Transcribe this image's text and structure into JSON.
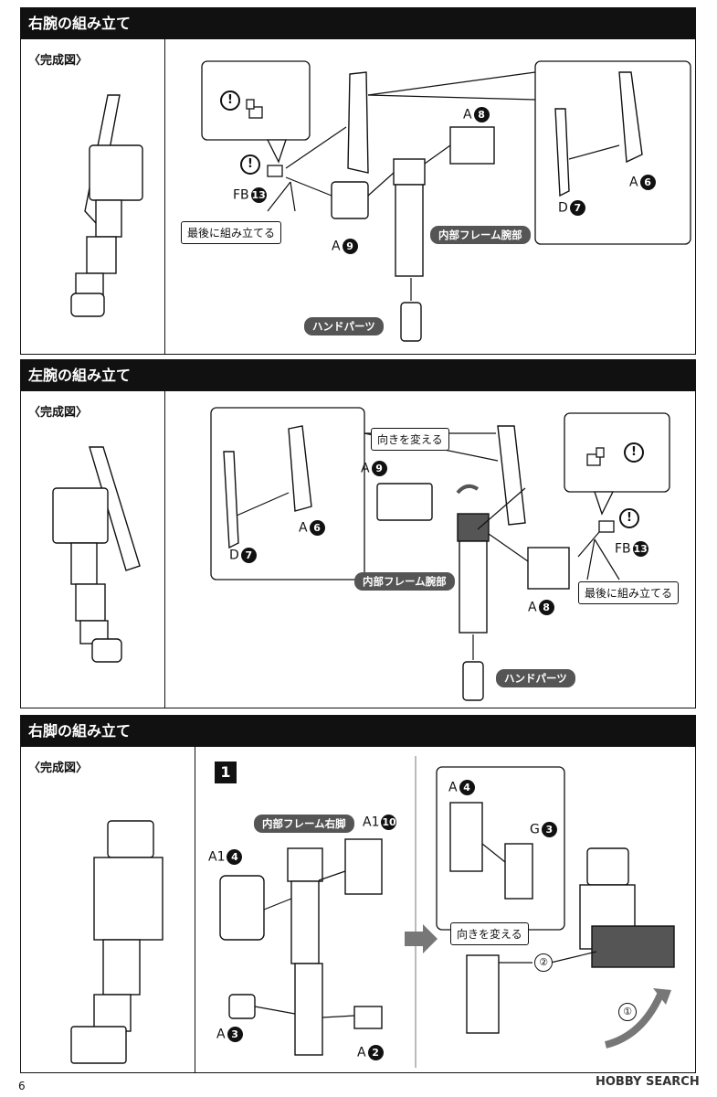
{
  "sections": [
    {
      "title": "右腕の組み立て",
      "completed_label": "〈完成図〉"
    },
    {
      "title": "左腕の組み立て",
      "completed_label": "〈完成図〉"
    },
    {
      "title": "右脚の組み立て",
      "completed_label": "〈完成図〉"
    }
  ],
  "right_arm": {
    "a8": "A",
    "a8n": "8",
    "fb13": "FB",
    "fb13n": "13",
    "a9": "A",
    "a9n": "9",
    "a6": "A",
    "a6n": "6",
    "d7": "D",
    "d7n": "7",
    "assemble_last": "最後に組み立てる",
    "inner_frame": "内部フレーム腕部",
    "hand_parts": "ハンドパーツ",
    "exclamation": "!"
  },
  "left_arm": {
    "change_dir": "向きを変える",
    "a9": "A",
    "a9n": "9",
    "a6": "A",
    "a6n": "6",
    "d7": "D",
    "d7n": "7",
    "fb13": "FB",
    "fb13n": "13",
    "a8": "A",
    "a8n": "8",
    "assemble_last": "最後に組み立てる",
    "inner_frame": "内部フレーム腕部",
    "hand_parts": "ハンドパーツ",
    "exclamation": "!"
  },
  "right_leg": {
    "step": "1",
    "inner_frame": "内部フレーム右脚",
    "a10": "A1",
    "a10n": "10",
    "a14": "A1",
    "a14n": "4",
    "a3": "A",
    "a3n": "3",
    "a2": "A",
    "a2n": "2",
    "a4": "A",
    "a4n": "4",
    "g3": "G",
    "g3n": "3",
    "change_dir": "向きを変える",
    "step_one": "①",
    "step_two": "②"
  },
  "footer": {
    "page_num": "6",
    "watermark": "HOBBY SEARCH"
  }
}
